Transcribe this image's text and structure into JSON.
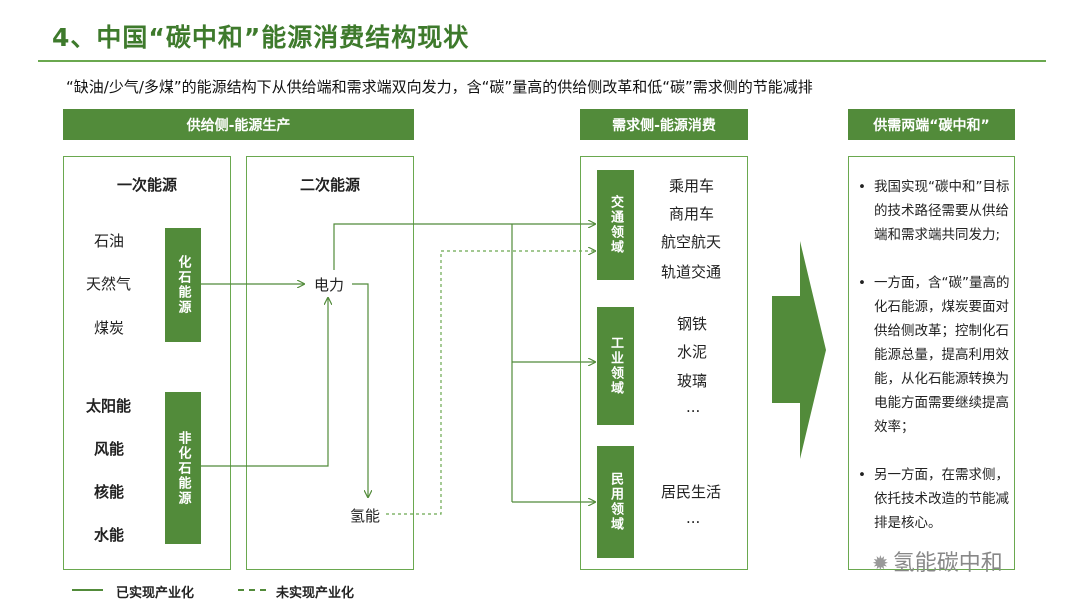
{
  "title": "4、中国“碳中和”能源消费结构现状",
  "subtitle": "“缺油/少气/多煤”的能源结构下从供给端和需求端双向发力，含“碳”量高的供给侧改革和低“碳”需求侧的节能减排",
  "headers": {
    "supply": "供给侧-能源生产",
    "demand": "需求侧-能源消费",
    "both": "供需两端“碳中和”"
  },
  "primary": {
    "heading": "一次能源",
    "fossil_items": [
      "石油",
      "天然气",
      "煤炭"
    ],
    "fossil_label": "化石能源",
    "nonfossil_items": [
      "太阳能",
      "风能",
      "核能",
      "水能"
    ],
    "nonfossil_label": "非化石能源"
  },
  "secondary": {
    "heading": "二次能源",
    "electricity": "电力",
    "hydrogen": "氢能"
  },
  "demand": {
    "transport": {
      "label": "交通领域",
      "items": [
        "乘用车",
        "商用车",
        "航空航天",
        "轨道交通"
      ]
    },
    "industry": {
      "label": "工业领域",
      "items": [
        "钢铁",
        "水泥",
        "玻璃",
        "..."
      ]
    },
    "civil": {
      "label": "民用领域",
      "items": [
        "居民生活",
        "..."
      ]
    }
  },
  "bullets": [
    "我国实现“碳中和”目标的技术路径需要从供给端和需求端共同发力;",
    "一方面，含“碳”量高的化石能源，煤炭要面对供给侧改革；控制化石能源总量，提高利用效能，从化石能源转换为电能方面需要继续提高效率；",
    "另一方面，在需求侧，依托技术改造的节能减排是核心。"
  ],
  "legend": {
    "solid": "已实现产业化",
    "dashed": "未实现产业化"
  },
  "watermark": "氢能碳中和",
  "colors": {
    "green": "#528b3a",
    "light_green": "#6aa84f",
    "title_green": "#3e7a2c"
  }
}
